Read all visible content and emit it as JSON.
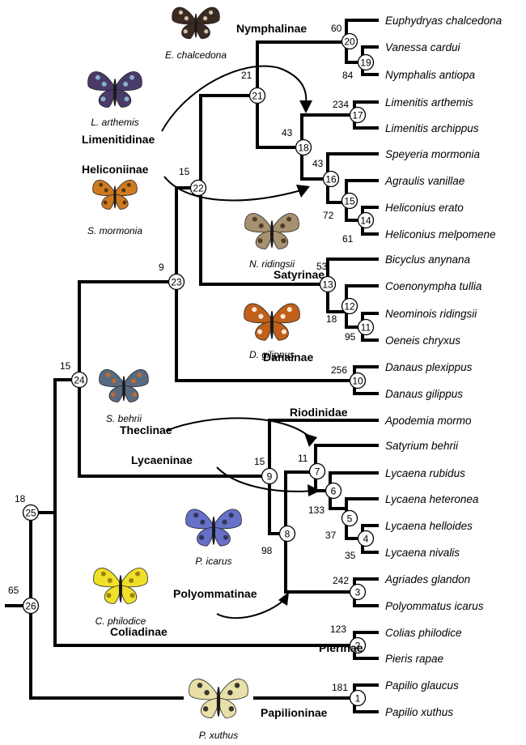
{
  "taxa": [
    "Euphydryas chalcedona",
    "Vanessa cardui",
    "Nymphalis antiopa",
    "Limenitis arthemis",
    "Limenitis archippus",
    "Speyeria mormonia",
    "Agraulis vanillae",
    "Heliconius erato",
    "Heliconius melpomene",
    "Bicyclus anynana",
    "Coenonympha tullia",
    "Neominois ridingsii",
    "Oeneis chryxus",
    "Danaus plexippus",
    "Danaus gilippus",
    "Apodemia mormo",
    "Satyrium behrii",
    "Lycaena rubidus",
    "Lycaena heteronea",
    "Lycaena helloides",
    "Lycaena nivalis",
    "Agriades glandon",
    "Polyommatus icarus",
    "Colias philodice",
    "Pieris rapae",
    "Papilio glaucus",
    "Papilio xuthus"
  ],
  "nodes": [
    {
      "id": "1",
      "support": "181"
    },
    {
      "id": "2",
      "support": "123"
    },
    {
      "id": "3",
      "support": "242"
    },
    {
      "id": "4",
      "support": "35"
    },
    {
      "id": "5",
      "support": "37"
    },
    {
      "id": "6",
      "support": "133"
    },
    {
      "id": "7",
      "support": "11"
    },
    {
      "id": "8",
      "support": "98"
    },
    {
      "id": "9",
      "support": "15"
    },
    {
      "id": "10",
      "support": "256"
    },
    {
      "id": "11",
      "support": "95"
    },
    {
      "id": "12",
      "support": "18"
    },
    {
      "id": "13",
      "support": "53"
    },
    {
      "id": "14",
      "support": "61"
    },
    {
      "id": "15",
      "support": "72"
    },
    {
      "id": "16",
      "support": "43"
    },
    {
      "id": "17",
      "support": "234"
    },
    {
      "id": "18",
      "support": "43"
    },
    {
      "id": "19",
      "support": "84"
    },
    {
      "id": "20",
      "support": "60"
    },
    {
      "id": "21",
      "support": "21"
    },
    {
      "id": "22",
      "support": "15"
    },
    {
      "id": "23",
      "support": "9"
    },
    {
      "id": "24",
      "support": "15"
    },
    {
      "id": "25",
      "support": "18"
    },
    {
      "id": "26",
      "support": "65"
    }
  ],
  "clades": [
    "Nymphalinae",
    "Limenitidinae",
    "Heliconiinae",
    "Satyrinae",
    "Danainae",
    "Riodinidae",
    "Theclinae",
    "Lycaeninae",
    "Polyommatinae",
    "Coliadinae",
    "Pierinae",
    "Papilioninae"
  ],
  "butterflies": [
    {
      "caption": "E. chalcedona",
      "color": "#3a2a22",
      "spot": "#e8dcc0"
    },
    {
      "caption": "L. arthemis",
      "color": "#4a3a6a",
      "spot": "#8ec8d8"
    },
    {
      "caption": "S. mormonia",
      "color": "#d07a20",
      "spot": "#3a2a10"
    },
    {
      "caption": "N. ridingsii",
      "color": "#a89070",
      "spot": "#3a3020"
    },
    {
      "caption": "D. gilippus",
      "color": "#c0601a",
      "spot": "#ffffff"
    },
    {
      "caption": "S. behrii",
      "color": "#5a6a80",
      "spot": "#d86a20"
    },
    {
      "caption": "P. icarus",
      "color": "#6670c8",
      "spot": "#2a2a40"
    },
    {
      "caption": "C. philodice",
      "color": "#f0e02a",
      "spot": "#8a7010"
    },
    {
      "caption": "P. xuthus",
      "color": "#e8e0a8",
      "spot": "#1a1a1a"
    }
  ]
}
